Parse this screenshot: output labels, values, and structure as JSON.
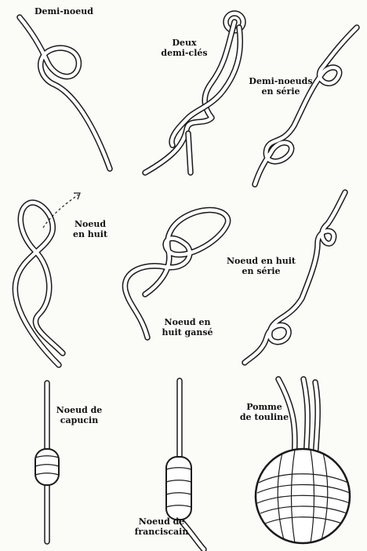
{
  "labels": {
    "demi_noeud": "Demi-noeud",
    "deux_demi_cles_1": "Deux",
    "deux_demi_cles_2": "demi-clés",
    "demi_noeuds_serie_1": "Demi-noeuds",
    "demi_noeuds_serie_2": "en série",
    "noeud_en_huit_1": "Noeud",
    "noeud_en_huit_2": "en huit",
    "noeud_huit_serie_1": "Noeud en huit",
    "noeud_huit_serie_2": "en série",
    "noeud_huit_ganse_1": "Noeud en",
    "noeud_huit_ganse_2": "huit gansé",
    "noeud_capucin_1": "Noeud de",
    "noeud_capucin_2": "capucin",
    "noeud_franciscain_1": "Noeud de",
    "noeud_franciscain_2": "franciscain",
    "pomme_touline_1": "Pomme",
    "pomme_touline_2": "de touline"
  },
  "colors": {
    "rope_outline": "#1a1a1a",
    "rope_fill": "#ffffff",
    "paper": "#fbfbf8"
  }
}
